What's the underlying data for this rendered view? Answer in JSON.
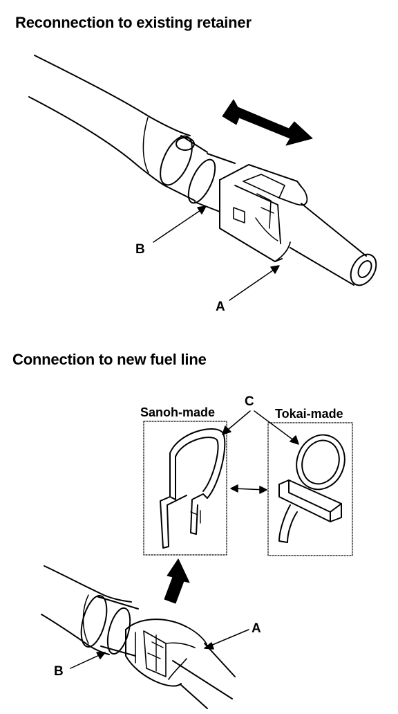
{
  "sections": {
    "reconnection": {
      "title": "Reconnection to existing retainer"
    },
    "connection": {
      "title": "Connection to new fuel line"
    }
  },
  "labels": {
    "a": "A",
    "b": "B",
    "c": "C"
  },
  "variants": {
    "sanoh": "Sanoh-made",
    "tokai": "Tokai-made"
  },
  "colors": {
    "ink": "#000000",
    "paper": "#ffffff"
  }
}
